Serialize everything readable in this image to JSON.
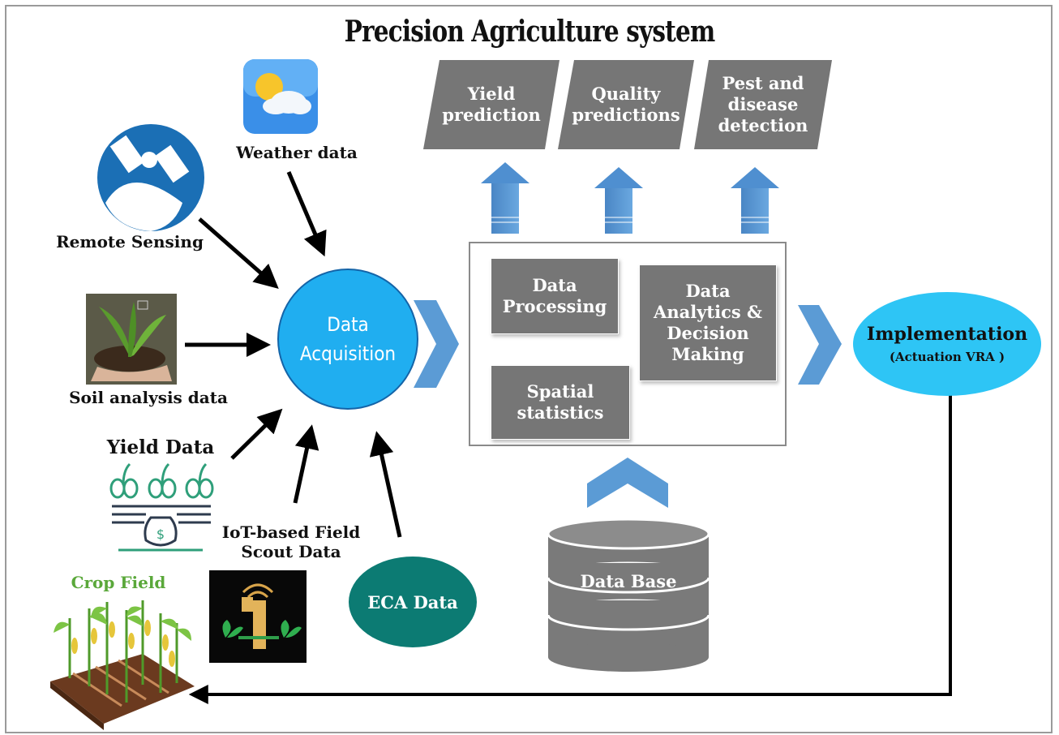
{
  "title": "Precision Agriculture system",
  "sources": {
    "weather": "Weather data",
    "remote_sensing": "Remote Sensing",
    "soil": "Soil analysis data",
    "yield": "Yield Data",
    "iot_line1": "IoT-based Field",
    "iot_line2": "Scout Data",
    "eca": "ECA Data",
    "crop_field": "Crop Field"
  },
  "acquisition": {
    "line1": "Data",
    "line2": "Acquisition"
  },
  "predictions": {
    "yield": {
      "line1": "Yield",
      "line2": "prediction"
    },
    "quality": {
      "line1": "Quality",
      "line2": "predictions"
    },
    "pest": {
      "line1": "Pest and",
      "line2": "disease",
      "line3": "detection"
    }
  },
  "processing": {
    "data_processing": {
      "line1": "Data",
      "line2": "Processing"
    },
    "spatial": {
      "line1": "Spatial",
      "line2": "statistics"
    },
    "analytics": {
      "line1": "Data",
      "line2": "Analytics &",
      "line3": "Decision",
      "line4": "Making"
    }
  },
  "database": "Data Base",
  "implementation": {
    "line1": "Implementation",
    "line2": "(Actuation VRA )"
  },
  "colors": {
    "acquisition": "#20aef0",
    "implementation": "#2ec5f5",
    "eca": "#0c7b73",
    "gray_box": "#767676",
    "blue_arrow": "#5b9bd5",
    "crop_label": "#5aa83a"
  },
  "icons": [
    "weather-icon",
    "satellite-icon",
    "soil-plant-icon",
    "yield-money-icon",
    "iot-sensor-icon",
    "crop-field-icon",
    "database-icon"
  ]
}
